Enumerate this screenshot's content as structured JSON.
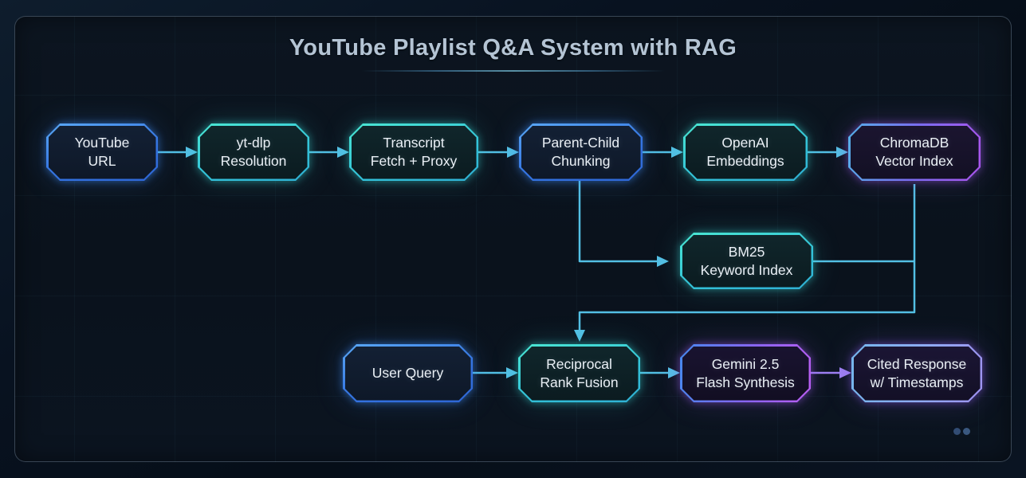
{
  "title": "YouTube Playlist Q&A System with RAG",
  "colors": {
    "background": "#0a121c",
    "panel_border": "#91a5b9",
    "title_text": "#b4c4d4",
    "node_text": "#eaf0f6",
    "edge_cyan": "#53bfe4",
    "edge_purple": "#9d80f2",
    "node_blue": "#3b82f6",
    "node_teal": "#38d0d0",
    "node_purple": "#a855ee",
    "node_lightblue": "#74b6ec"
  },
  "nodes": {
    "youtube_url": {
      "line1": "YouTube",
      "line2": "URL",
      "theme": "blue"
    },
    "ytdlp_resolution": {
      "line1": "yt-dlp",
      "line2": "Resolution",
      "theme": "teal"
    },
    "transcript_fetch_proxy": {
      "line1": "Transcript",
      "line2": "Fetch + Proxy",
      "theme": "teal"
    },
    "parent_child_chunking": {
      "line1": "Parent-Child",
      "line2": "Chunking",
      "theme": "blue"
    },
    "openai_embeddings": {
      "line1": "OpenAI",
      "line2": "Embeddings",
      "theme": "teal"
    },
    "chromadb_vector_index": {
      "line1": "ChromaDB",
      "line2": "Vector Index",
      "theme": "blue-purple"
    },
    "bm25_keyword_index": {
      "line1": "BM25",
      "line2": "Keyword Index",
      "theme": "teal"
    },
    "user_query": {
      "line1": "User Query",
      "line2": "",
      "theme": "blue"
    },
    "reciprocal_rank_fusion": {
      "line1": "Reciprocal",
      "line2": "Rank Fusion",
      "theme": "teal"
    },
    "gemini_flash_synthesis": {
      "line1": "Gemini 2.5",
      "line2": "Flash Synthesis",
      "theme": "blue-purple"
    },
    "cited_response": {
      "line1": "Cited Response",
      "line2": "w/ Timestamps",
      "theme": "lightblue-purpleglow"
    }
  },
  "edges": [
    {
      "from": "youtube_url",
      "to": "ytdlp_resolution",
      "color": "cyan"
    },
    {
      "from": "ytdlp_resolution",
      "to": "transcript_fetch_proxy",
      "color": "cyan"
    },
    {
      "from": "transcript_fetch_proxy",
      "to": "parent_child_chunking",
      "color": "cyan"
    },
    {
      "from": "parent_child_chunking",
      "to": "openai_embeddings",
      "color": "cyan"
    },
    {
      "from": "openai_embeddings",
      "to": "chromadb_vector_index",
      "color": "cyan"
    },
    {
      "from": "parent_child_chunking",
      "to": "bm25_keyword_index",
      "color": "cyan"
    },
    {
      "from": "chromadb_vector_index",
      "to": "reciprocal_rank_fusion",
      "color": "cyan"
    },
    {
      "from": "bm25_keyword_index",
      "to": "reciprocal_rank_fusion",
      "color": "cyan"
    },
    {
      "from": "user_query",
      "to": "reciprocal_rank_fusion",
      "color": "cyan"
    },
    {
      "from": "reciprocal_rank_fusion",
      "to": "gemini_flash_synthesis",
      "color": "cyan"
    },
    {
      "from": "gemini_flash_synthesis",
      "to": "cited_response",
      "color": "purple"
    }
  ],
  "watermark": {
    "icon": "two-dots-logo"
  }
}
